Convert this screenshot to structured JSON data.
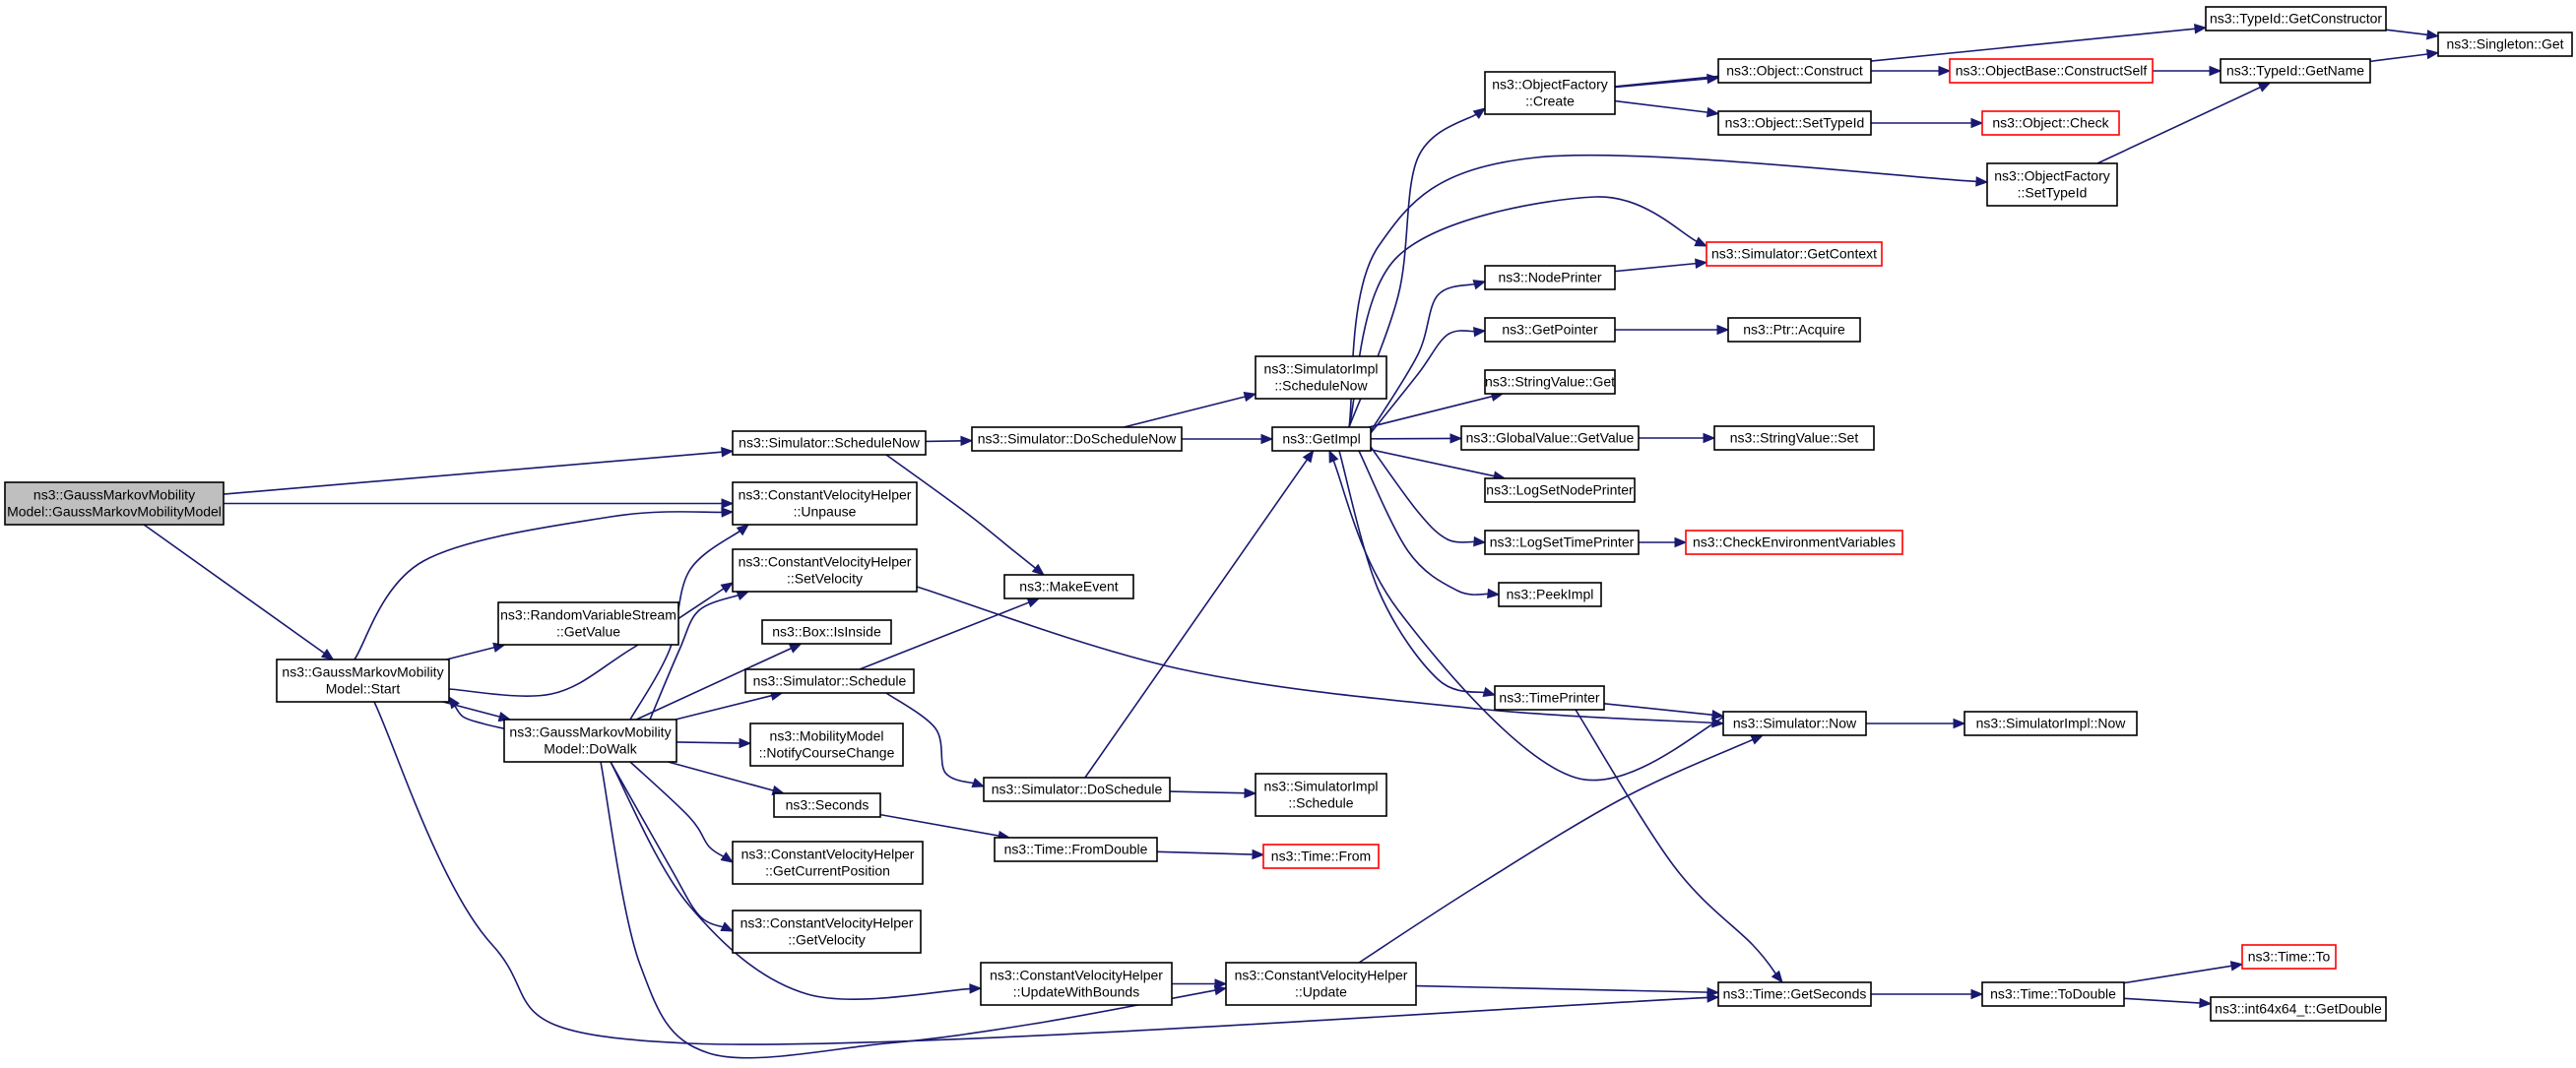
{
  "diagram": {
    "type": "call-graph",
    "colors": {
      "edge": "#191970",
      "node_border": "#000000",
      "truncated_border": "#ff0000",
      "root_fill": "#bfbfbf",
      "node_fill": "#ffffff"
    },
    "nodes": [
      {
        "id": "root",
        "lines": [
          "ns3::GaussMarkovMobility",
          "Model::GaussMarkovMobilityModel"
        ],
        "kind": "root"
      },
      {
        "id": "schednow",
        "lines": [
          "ns3::Simulator::ScheduleNow"
        ],
        "kind": "normal"
      },
      {
        "id": "unpause",
        "lines": [
          "ns3::ConstantVelocityHelper",
          "::Unpause"
        ],
        "kind": "normal"
      },
      {
        "id": "start",
        "lines": [
          "ns3::GaussMarkovMobility",
          "Model::Start"
        ],
        "kind": "normal"
      },
      {
        "id": "setvel",
        "lines": [
          "ns3::ConstantVelocityHelper",
          "::SetVelocity"
        ],
        "kind": "normal"
      },
      {
        "id": "rvsget",
        "lines": [
          "ns3::RandomVariableStream",
          "::GetValue"
        ],
        "kind": "normal"
      },
      {
        "id": "boxinside",
        "lines": [
          "ns3::Box::IsInside"
        ],
        "kind": "normal"
      },
      {
        "id": "schedule",
        "lines": [
          "ns3::Simulator::Schedule"
        ],
        "kind": "normal"
      },
      {
        "id": "dowalk",
        "lines": [
          "ns3::GaussMarkovMobility",
          "Model::DoWalk"
        ],
        "kind": "normal"
      },
      {
        "id": "notify",
        "lines": [
          "ns3::MobilityModel",
          "::NotifyCourseChange"
        ],
        "kind": "normal"
      },
      {
        "id": "seconds",
        "lines": [
          "ns3::Seconds"
        ],
        "kind": "normal"
      },
      {
        "id": "getcurpos",
        "lines": [
          "ns3::ConstantVelocityHelper",
          "::GetCurrentPosition"
        ],
        "kind": "normal"
      },
      {
        "id": "getvel",
        "lines": [
          "ns3::ConstantVelocityHelper",
          "::GetVelocity"
        ],
        "kind": "normal"
      },
      {
        "id": "doschednow",
        "lines": [
          "ns3::Simulator::DoScheduleNow"
        ],
        "kind": "normal"
      },
      {
        "id": "makeevent",
        "lines": [
          "ns3::MakeEvent"
        ],
        "kind": "normal"
      },
      {
        "id": "doschedule",
        "lines": [
          "ns3::Simulator::DoSchedule"
        ],
        "kind": "normal"
      },
      {
        "id": "fromdouble",
        "lines": [
          "ns3::Time::FromDouble"
        ],
        "kind": "normal"
      },
      {
        "id": "updatebounds",
        "lines": [
          "ns3::ConstantVelocityHelper",
          "::UpdateWithBounds"
        ],
        "kind": "normal"
      },
      {
        "id": "update",
        "lines": [
          "ns3::ConstantVelocityHelper",
          "::Update"
        ],
        "kind": "normal"
      },
      {
        "id": "simimplschednow",
        "lines": [
          "ns3::SimulatorImpl",
          "::ScheduleNow"
        ],
        "kind": "normal"
      },
      {
        "id": "getimpl",
        "lines": [
          "ns3::GetImpl"
        ],
        "kind": "normal"
      },
      {
        "id": "simimplsched",
        "lines": [
          "ns3::SimulatorImpl",
          "::Schedule"
        ],
        "kind": "normal"
      },
      {
        "id": "timefrom",
        "lines": [
          "ns3::Time::From"
        ],
        "kind": "truncated"
      },
      {
        "id": "ofcreate",
        "lines": [
          "ns3::ObjectFactory",
          "::Create"
        ],
        "kind": "normal"
      },
      {
        "id": "nodeprinter",
        "lines": [
          "ns3::NodePrinter"
        ],
        "kind": "normal"
      },
      {
        "id": "getpointer",
        "lines": [
          "ns3::GetPointer"
        ],
        "kind": "normal"
      },
      {
        "id": "strvalget",
        "lines": [
          "ns3::StringValue::Get"
        ],
        "kind": "normal"
      },
      {
        "id": "globalget",
        "lines": [
          "ns3::GlobalValue::GetValue"
        ],
        "kind": "normal"
      },
      {
        "id": "logsetnode",
        "lines": [
          "ns3::LogSetNodePrinter"
        ],
        "kind": "normal"
      },
      {
        "id": "logsettime",
        "lines": [
          "ns3::LogSetTimePrinter"
        ],
        "kind": "normal"
      },
      {
        "id": "peekimpl",
        "lines": [
          "ns3::PeekImpl"
        ],
        "kind": "normal"
      },
      {
        "id": "timeprinter",
        "lines": [
          "ns3::TimePrinter"
        ],
        "kind": "normal"
      },
      {
        "id": "objconstruct",
        "lines": [
          "ns3::Object::Construct"
        ],
        "kind": "normal"
      },
      {
        "id": "objsettypeid",
        "lines": [
          "ns3::Object::SetTypeId"
        ],
        "kind": "normal"
      },
      {
        "id": "ofsettypeid",
        "lines": [
          "ns3::ObjectFactory",
          "::SetTypeId"
        ],
        "kind": "normal"
      },
      {
        "id": "getcontext",
        "lines": [
          "ns3::Simulator::GetContext"
        ],
        "kind": "truncated"
      },
      {
        "id": "ptracquire",
        "lines": [
          "ns3::Ptr::Acquire"
        ],
        "kind": "normal"
      },
      {
        "id": "strvalset",
        "lines": [
          "ns3::StringValue::Set"
        ],
        "kind": "normal"
      },
      {
        "id": "checkenv",
        "lines": [
          "ns3::CheckEnvironmentVariables"
        ],
        "kind": "truncated"
      },
      {
        "id": "simnow",
        "lines": [
          "ns3::Simulator::Now"
        ],
        "kind": "normal"
      },
      {
        "id": "getseconds",
        "lines": [
          "ns3::Time::GetSeconds"
        ],
        "kind": "normal"
      },
      {
        "id": "constructself",
        "lines": [
          "ns3::ObjectBase::ConstructSelf"
        ],
        "kind": "truncated"
      },
      {
        "id": "objcheck",
        "lines": [
          "ns3::Object::Check"
        ],
        "kind": "truncated"
      },
      {
        "id": "getconstructor",
        "lines": [
          "ns3::TypeId::GetConstructor"
        ],
        "kind": "normal"
      },
      {
        "id": "getname",
        "lines": [
          "ns3::TypeId::GetName"
        ],
        "kind": "normal"
      },
      {
        "id": "singletonget",
        "lines": [
          "ns3::Singleton::Get"
        ],
        "kind": "normal"
      },
      {
        "id": "simimplnow",
        "lines": [
          "ns3::SimulatorImpl::Now"
        ],
        "kind": "normal"
      },
      {
        "id": "todouble",
        "lines": [
          "ns3::Time::ToDouble"
        ],
        "kind": "normal"
      },
      {
        "id": "timeto",
        "lines": [
          "ns3::Time::To"
        ],
        "kind": "truncated"
      },
      {
        "id": "getdouble",
        "lines": [
          "ns3::int64x64_t::GetDouble"
        ],
        "kind": "normal"
      }
    ],
    "edges": [
      [
        "root",
        "schednow"
      ],
      [
        "root",
        "unpause"
      ],
      [
        "root",
        "start"
      ],
      [
        "start",
        "unpause"
      ],
      [
        "start",
        "setvel"
      ],
      [
        "start",
        "rvsget"
      ],
      [
        "start",
        "dowalk"
      ],
      [
        "start",
        "getseconds"
      ],
      [
        "dowalk",
        "start"
      ],
      [
        "dowalk",
        "unpause"
      ],
      [
        "dowalk",
        "setvel"
      ],
      [
        "dowalk",
        "boxinside"
      ],
      [
        "dowalk",
        "schedule"
      ],
      [
        "dowalk",
        "notify"
      ],
      [
        "dowalk",
        "seconds"
      ],
      [
        "dowalk",
        "getcurpos"
      ],
      [
        "dowalk",
        "getvel"
      ],
      [
        "dowalk",
        "updatebounds"
      ],
      [
        "dowalk",
        "update"
      ],
      [
        "schednow",
        "doschednow"
      ],
      [
        "schednow",
        "makeevent"
      ],
      [
        "schedule",
        "makeevent"
      ],
      [
        "schedule",
        "doschedule"
      ],
      [
        "setvel",
        "simnow"
      ],
      [
        "seconds",
        "fromdouble"
      ],
      [
        "fromdouble",
        "timefrom"
      ],
      [
        "doschednow",
        "simimplschednow"
      ],
      [
        "doschednow",
        "getimpl"
      ],
      [
        "doschedule",
        "getimpl"
      ],
      [
        "doschedule",
        "simimplsched"
      ],
      [
        "updatebounds",
        "update"
      ],
      [
        "update",
        "simnow"
      ],
      [
        "update",
        "getseconds"
      ],
      [
        "getimpl",
        "ofcreate"
      ],
      [
        "getimpl",
        "ofsettypeid"
      ],
      [
        "getimpl",
        "getcontext"
      ],
      [
        "getimpl",
        "nodeprinter"
      ],
      [
        "getimpl",
        "getpointer"
      ],
      [
        "getimpl",
        "strvalget"
      ],
      [
        "getimpl",
        "globalget"
      ],
      [
        "getimpl",
        "logsetnode"
      ],
      [
        "getimpl",
        "logsettime"
      ],
      [
        "getimpl",
        "peekimpl"
      ],
      [
        "getimpl",
        "timeprinter"
      ],
      [
        "simnow",
        "getimpl"
      ],
      [
        "simnow",
        "simimplnow"
      ],
      [
        "ofcreate",
        "getconstructor"
      ],
      [
        "ofcreate",
        "objconstruct"
      ],
      [
        "ofcreate",
        "objsettypeid"
      ],
      [
        "objconstruct",
        "constructself"
      ],
      [
        "objsettypeid",
        "objcheck"
      ],
      [
        "constructself",
        "getname"
      ],
      [
        "ofsettypeid",
        "getname"
      ],
      [
        "getconstructor",
        "singletonget"
      ],
      [
        "getname",
        "singletonget"
      ],
      [
        "nodeprinter",
        "getcontext"
      ],
      [
        "getpointer",
        "ptracquire"
      ],
      [
        "globalget",
        "strvalset"
      ],
      [
        "logsettime",
        "checkenv"
      ],
      [
        "timeprinter",
        "simnow"
      ],
      [
        "timeprinter",
        "getseconds"
      ],
      [
        "getseconds",
        "todouble"
      ],
      [
        "todouble",
        "timeto"
      ],
      [
        "todouble",
        "getdouble"
      ]
    ]
  }
}
